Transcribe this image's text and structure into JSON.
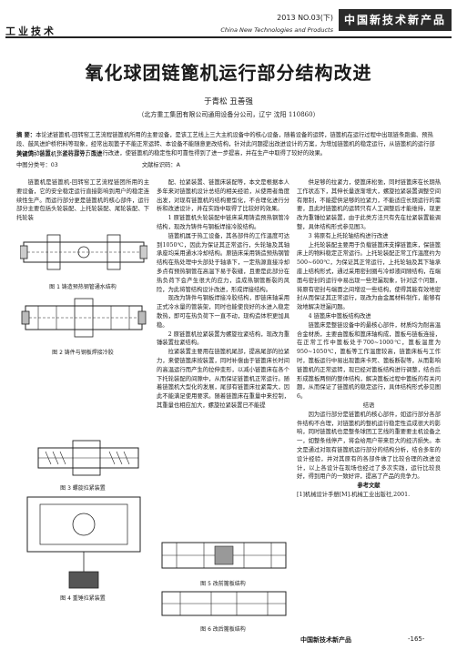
{
  "header": {
    "section": "工业技术",
    "issue": "2013  NO.03(下)",
    "journal_en": "China New Technologies and Products",
    "journal_cn": "中国新技术新产品"
  },
  "article": {
    "title": "氧化球团链篦机运行部分结构改进",
    "authors": "于青松   丑善强",
    "affiliation": "（北方重工集团有限公司通用设备分公司，辽宁  沈阳  110860）",
    "abstract_label": "摘  要：",
    "abstract": "本论述链篦机-回转窑工艺流程链篦机所用的主要设备，是该工艺线上三大主机设备中的核心设备，随着设备的运转，链篦机在运行过程中出现链条跑偏、预热段、鼓风进炉桥积料等现象，经常出现篦子不能正常运转、本设备不能随意更改结构，针对此问题提出改进设计的方案，为增加链篦机的稳定运行，从链篦机的运行部件、传动装置、张紧装置等方面进行改进，使链篦机的稳定性和可靠性得到了进一步提高，并在生产中取得了较好的效果。",
    "keywords_label": "关键词：",
    "keywords": "链篦机；运行部分；改进",
    "clc": "中图分类号：03",
    "doc_code": "文献标识码：A"
  },
  "columns": {
    "col1": [
      "链篦机是链篦机-回转窑工艺流程链团所用的主要设备，它的安全稳定运行直接影响到用户的稳定连续性生产。而运行部分更是链篦机的核心部件，运行部分主要包括头轮装配、上托轮装配、尾轮装配、下托轮装"
    ],
    "col2": [
      "配、拉紧装置、链篦床装配等，本文是根据本人多年来对链篦机设计总结的相关经验，从使用者角度出发，对现有链篦机的结构要型化，不合理化进行分析和改进设计，并在实践中取得了比较好的效果。",
      "1 原链篦机头轮装配中链床采用铸造预热钢管冷结构，现改为铸件与钢板焊接冷胶结构。",
      "链篦机属于热工设备，其各部件的工作温度可达到1050℃，因此为保证其正常运行，头轮轴及其轴承座均采用通水冷却结构。原链床采用铸造预热钢管结构在热处理中头部处于轴承下，一定热源直接冷却多点有预热钢管在高温下易于裂缝，且要是此部分在热负荷下会产生很大的应力，造成热钢管断裂的风险，为此将管结构设计改进，形成焊接结构。",
      "现改为铸件与钢板焊接冷胶结构，即链床轴采用正式冷水量的管装架，同时也能使良好的水进入稳定散热，即可在热负荷下一直不动，现构造体积更加具稳。",
      "2 原链篦机拉紧装置为螺旋拉紧结构，现改为重锤装置拉紧结构。",
      "拉紧装置主要用在链篦机尾部，提高尾部的拉紧力，来使链篦床按装置，同时补偿由于链篦床长时间的高温运行而产生的拉伸变形，以减小链篦床在各个下托轮装配的间隙中，从而保证链篦机正常运行。随着链篦机大型化的发展，尾部有链篦床拉紧需大，因此不能满足使用要求。随着链篦床在重量中来控制，其重量也相应加大，螺旋拉紧装置已不能提"
    ],
    "col3": [
      "供足够的拉紧力，使篦床松弛，同时链篦床在长期热工作状态下，其伸长量逐渐增大，螺旋拉紧装置调整空间有限制，不能提供足够的拉紧力，不能适应长期运行的需要，且此时链篦机的运转只有人工调整后才能维持，现更改为重锤拉紧装置，由于此类方法只有先在拉紧装置能调整，具体结构形式参见图3。",
      "3 将原有上托轮轴结构进行改进",
      "上托轮装配主要用于负载链篦床支撑链篦床，保链篦床上的物料稳定正常运行。上托轮装配正常工作温度约为500~600℃，为保证其正常运行，上托轮轴及其下轴承座上结构形式，通过采用密封圈与冷却液间隙结构，在端面与密封的运行中易出现一些泄漏现象，针对这个问题，将原有密封与端面之间增设一些结构，使得其能有效地密封从而保证其正常运行，现改为由金属材料制作，能够有效地解决泄漏问题。",
      "4 链篦床中篦板结构改进",
      "链篦床是整链设备中的最核心部件，材质均为耐高温合金材质，主要由篦板和篦床轴构成，篦板与链板连接，在正常工作中篦板处于700~1000℃，篦板温度为950~1050℃，篦板等工作温度较高，链篦床板与工作时，篦板运行中易出现篦床卡死、篦板断裂等，从而影响链篦机的正常运转，现已经对篦板结构进行调整，结合后形成篦板两侧的整体结构，解决篦板过程中篦板的有关问题，从而保证了链篦机的稳定运行，具体结构形式参见图6。",
      "结语",
      "因为运行部分是链篦机的核心部件，如运行部分各部件结构不合理，对链篦机的整机运行稳定性造成很大的影响，同时链篦机也是整条球团工艺线的重要要主机设备之一，如整条线停产，将会给用户带来巨大的经济损失。本文是通过对现有链篦机运行部分的结构分析，结合多年的设计经验，并对其原有的各部件做了比较合理的改进设计，以上各设计在现场也经过了多次实践，运行比较良好，得到用户的一致好评，提高了产品的竞争力。"
    ],
    "references_label": "参考文献",
    "references": "[1]机械设计手册[M].机械工业出版社,2001."
  },
  "figures": {
    "fig1": "图 1  铸造预热钢管通水结构",
    "fig2": "图 2  铸件与钢板焊接冷胶",
    "fig3": "图 3  螺旋拉紧装置",
    "fig4": "图 4  重锤拉紧装置",
    "fig5": "图 5  改前篦板结构",
    "fig6": "图 6  改后篦板结构"
  },
  "footer": {
    "journal": "中国新技术新产品",
    "page": "-165-"
  }
}
